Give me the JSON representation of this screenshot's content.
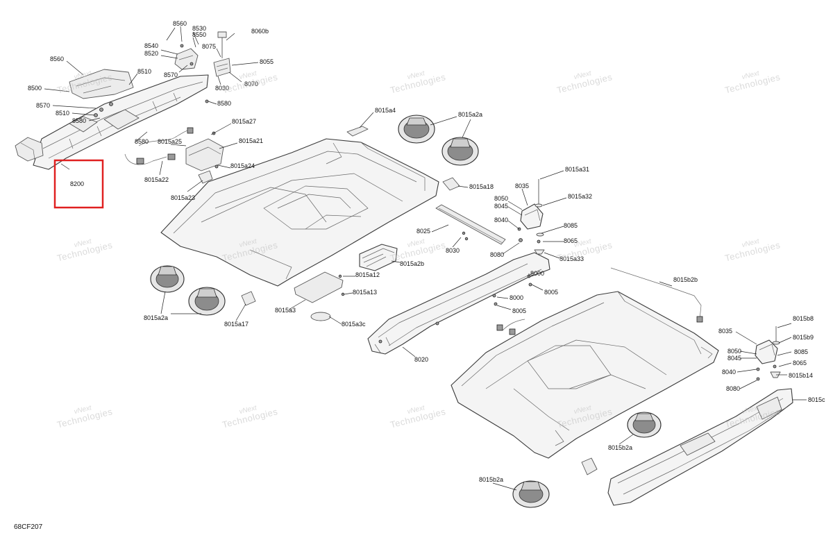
{
  "diagram": {
    "code": "68CF207",
    "highlight_label": "8200",
    "watermark": {
      "line1": "vNext",
      "line2": "Technologies"
    },
    "callouts": [
      "8560",
      "8530",
      "8550",
      "8060b",
      "8540",
      "8520",
      "8075",
      "8055",
      "8560",
      "8510",
      "8570",
      "8030",
      "8070",
      "8500",
      "8580",
      "8570",
      "8510",
      "8580",
      "8015a4",
      "8015a2a",
      "8015a27",
      "8015a21",
      "8015a25",
      "8580",
      "8015a24",
      "8015a22",
      "8015a23",
      "8015a31",
      "8015a18",
      "8035",
      "8050",
      "8045",
      "8015a32",
      "8040",
      "8085",
      "8025",
      "8030",
      "8065",
      "8080",
      "8015a33",
      "8015a2b",
      "8000",
      "8015a12",
      "8005",
      "8015a13",
      "8000",
      "8005",
      "8015a3",
      "8015a2a",
      "8015a17",
      "8015a3c",
      "8015b2b",
      "8020",
      "8015b8",
      "8035",
      "8015b9",
      "8050",
      "8085",
      "8045",
      "8065",
      "8040",
      "8015b14",
      "8080",
      "8015c",
      "8015b2a",
      "8015b2a"
    ]
  }
}
